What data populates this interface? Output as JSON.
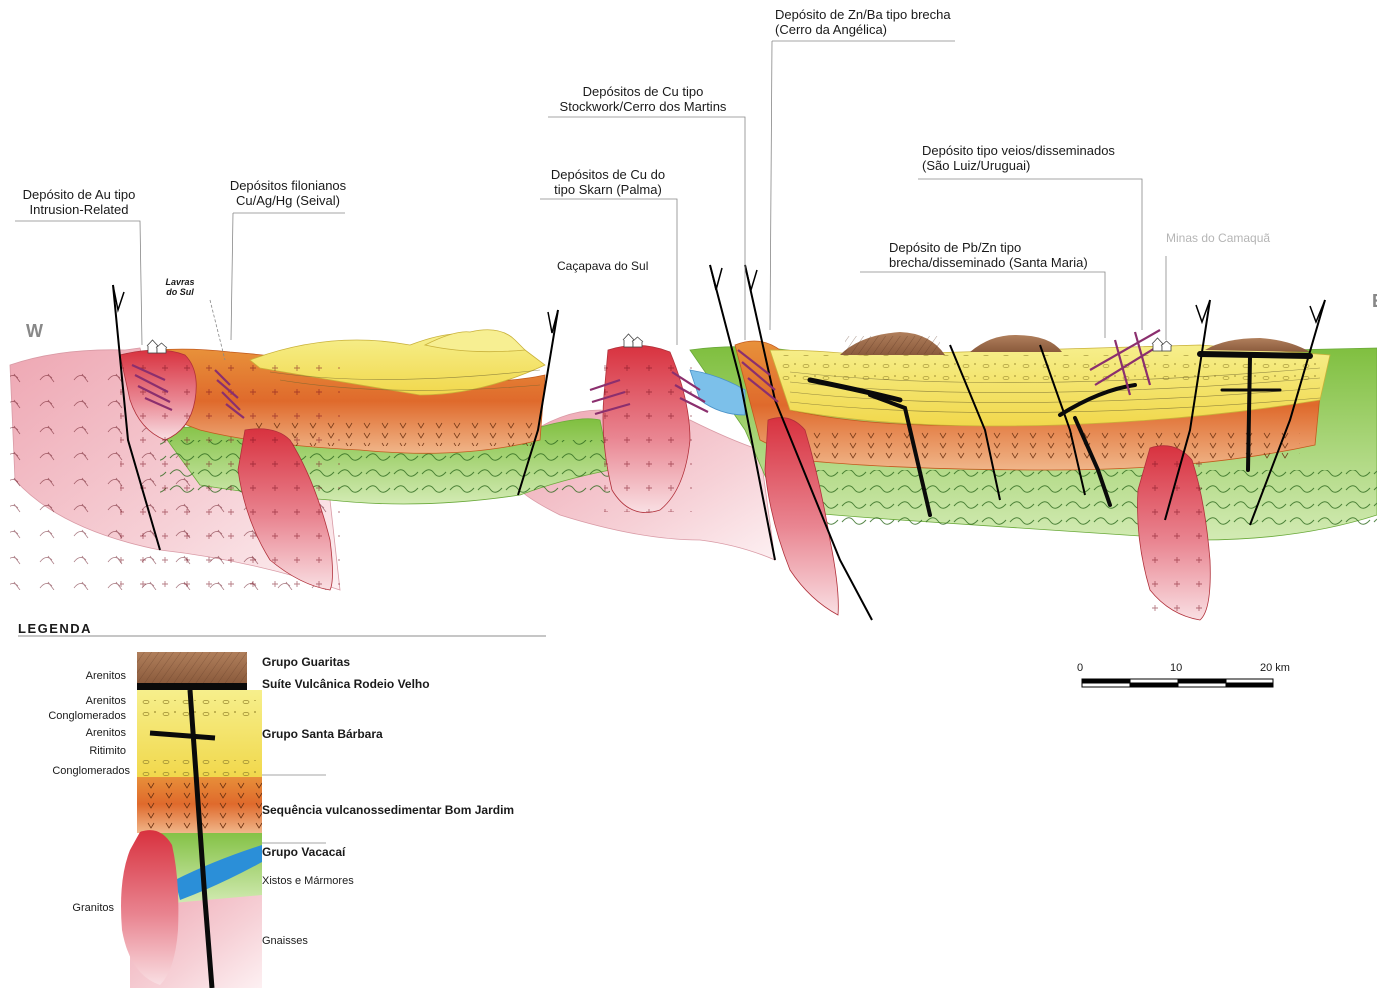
{
  "compass": {
    "west": "W",
    "east": "E"
  },
  "towns": {
    "lavras": [
      "Lavras",
      "do Sul"
    ],
    "cacapava": "Caçapava do Sul",
    "minas": "Minas do Camaquã"
  },
  "callouts": {
    "au": [
      "Depósito de Au tipo",
      "Intrusion-Related"
    ],
    "seival": [
      "Depósitos filonianos",
      "Cu/Ag/Hg (Seival)"
    ],
    "palma": [
      "Depósitos de Cu do",
      "tipo Skarn (Palma)"
    ],
    "martins": [
      "Depósitos de Cu tipo",
      "Stockwork/Cerro dos Martins"
    ],
    "angelica": [
      "Depósito de Zn/Ba tipo brecha",
      "(Cerro da Angélica)"
    ],
    "saoluiz": [
      "Depósito tipo veios/disseminados",
      "(São Luiz/Uruguai)"
    ],
    "santamaria": [
      "Depósito de Pb/Zn tipo",
      "brecha/disseminado (Santa Maria)"
    ]
  },
  "scale": {
    "ticks": [
      "0",
      "10",
      "20 km"
    ]
  },
  "legend": {
    "title": "LEGENDA",
    "rocks": [
      "Arenitos",
      "Arenitos",
      "Conglomerados",
      "Arenitos",
      "Ritimito",
      "Conglomerados",
      "Granitos"
    ],
    "units": [
      "Grupo Guaritas",
      "Suíte Vulcânica Rodeio Velho",
      "Grupo Santa Bárbara",
      "Sequência vulcanossedimentar Bom Jardim",
      "Grupo Vacacaí"
    ],
    "sub_units": [
      "Xistos e Mármores",
      "Gnaisses"
    ]
  },
  "colors": {
    "gneiss": "#f4c6cc",
    "granite": "#d9434f",
    "schist": "#8fc650",
    "marble": "#5aa8e0",
    "bom_jardim": "#e8853a",
    "santa_barbara": "#f4ea6a",
    "guaritas": "#9b6a4a",
    "rodeio_velho": "#111111",
    "ore_veins": "#8b2f6e"
  }
}
